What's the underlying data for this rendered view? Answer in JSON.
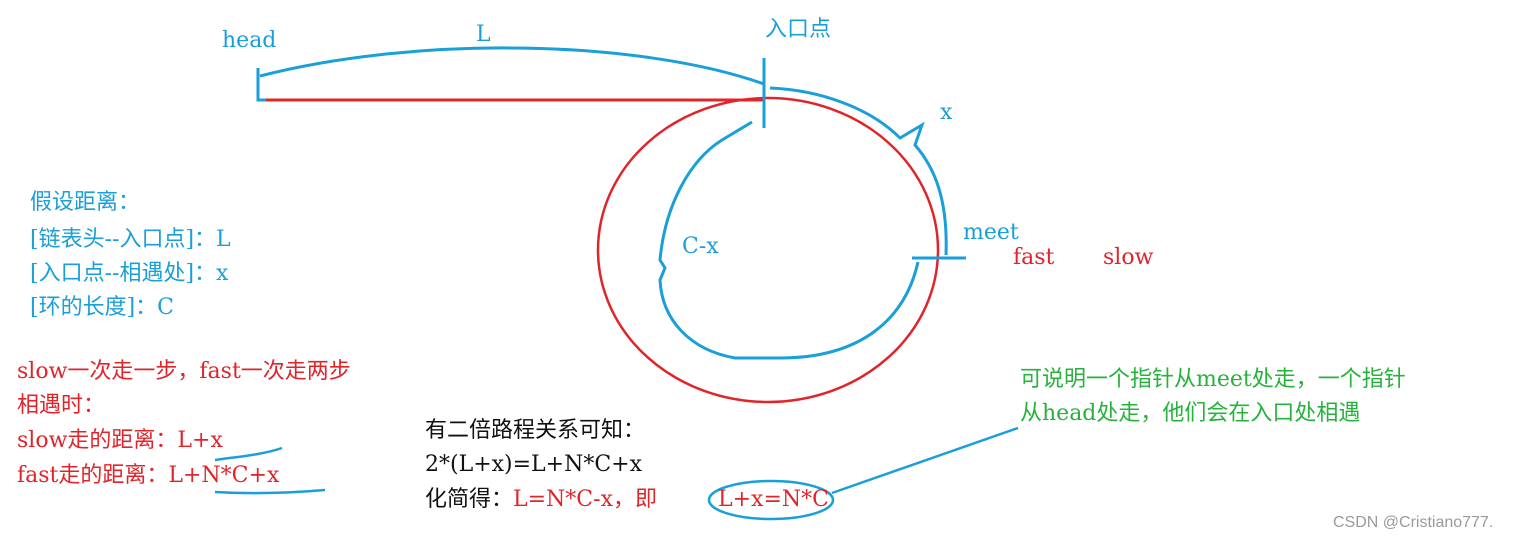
{
  "labels": {
    "head": "head",
    "L": "L",
    "entry": "入口点",
    "x": "x",
    "cx": "C-x",
    "meet": "meet",
    "fast": "fast",
    "slow": "slow"
  },
  "assume": {
    "title": "假设距离：",
    "line1": "[链表头--入口点]：L",
    "line2": "[入口点--相遇处]：x",
    "line3": "[环的长度]：C"
  },
  "steps": {
    "line1": "slow一次走一步，fast一次走两步",
    "line2": "相遇时：",
    "slow_prefix": "slow走的距离：",
    "slow_value": "L+x",
    "fast_prefix": "fast走的距离：",
    "fast_value": "L+N*C+x"
  },
  "derivation": {
    "line1": "有二倍路程关系可知：",
    "line2": "2*(L+x)=L+N*C+x",
    "line3_prefix": "化简得：",
    "line3_eq": "L=N*C-x，即",
    "line3_circled": "L+x=N*C"
  },
  "conclusion": {
    "line1": "可说明一个指针从meet处走，一个指针",
    "line2": "从head处走，他们会在入口处相遇"
  },
  "watermark": "CSDN @Cristiano777.",
  "colors": {
    "blue": "#1a9fd8",
    "red": "#e0242a",
    "green": "#27b23c",
    "black": "#111111"
  }
}
